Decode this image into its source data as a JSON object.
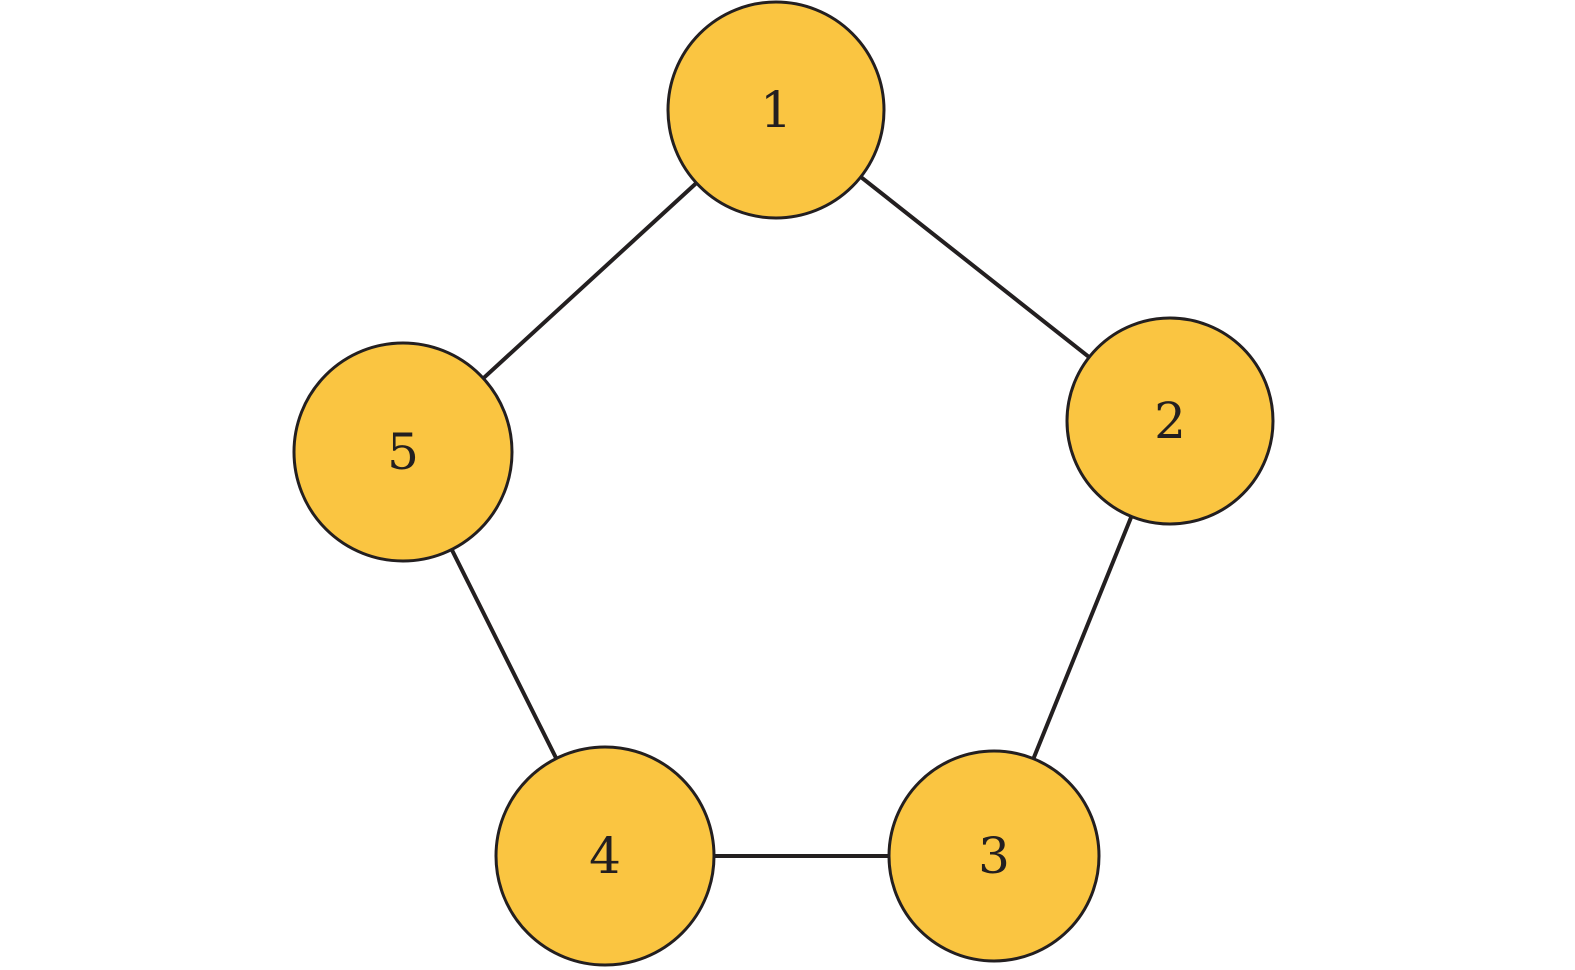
{
  "diagram": {
    "type": "cycle-graph",
    "node_color": "#fac541",
    "edge_color": "#231f20",
    "nodes": [
      {
        "id": "1",
        "label": "1"
      },
      {
        "id": "2",
        "label": "2"
      },
      {
        "id": "3",
        "label": "3"
      },
      {
        "id": "4",
        "label": "4"
      },
      {
        "id": "5",
        "label": "5"
      }
    ],
    "edges": [
      {
        "from": "1",
        "to": "2"
      },
      {
        "from": "2",
        "to": "3"
      },
      {
        "from": "3",
        "to": "4"
      },
      {
        "from": "4",
        "to": "5"
      },
      {
        "from": "5",
        "to": "1"
      }
    ]
  }
}
